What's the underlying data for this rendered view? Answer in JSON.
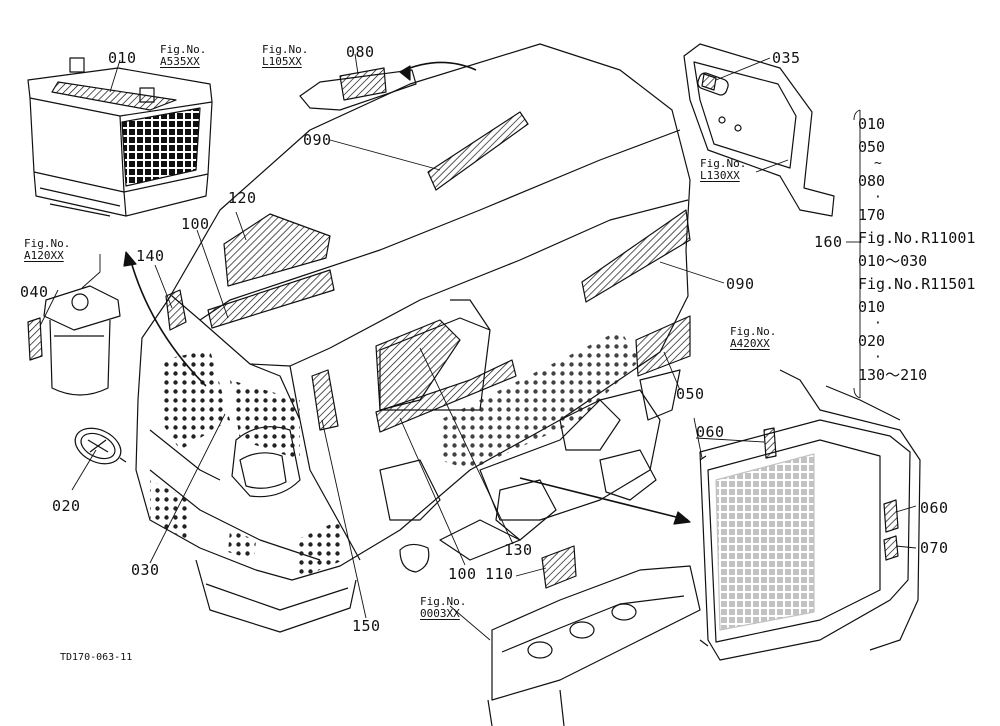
{
  "parts": {
    "p010": "010",
    "p020": "020",
    "p030": "030",
    "p035": "035",
    "p040": "040",
    "p050": "050",
    "p060a": "060",
    "p060b": "060",
    "p070": "070",
    "p080": "080",
    "p090a": "090",
    "p090b": "090",
    "p100a": "100",
    "p100b": "100",
    "p110": "110",
    "p120": "120",
    "p130": "130",
    "p140": "140",
    "p150": "150",
    "p160": "160"
  },
  "figs": {
    "fig_label": "Fig.No.",
    "battery": "A535XX",
    "bonnet_top": "L105XX",
    "side_panel": "L130XX",
    "filter": "A120XX",
    "radiator": "A420XX",
    "frame": "0003XX"
  },
  "range_list": {
    "r1": "010",
    "r2": "050",
    "t1": "~",
    "r3": "080",
    "d1": "·",
    "r4": "170",
    "r5": "Fig.No.R11001",
    "r6": "010～030",
    "r7": "Fig.No.R11501",
    "r8": "010",
    "d2": "·",
    "r9": "020",
    "d3": "·",
    "r10": "130～210"
  },
  "footer": {
    "code": "TD170-063-11"
  }
}
